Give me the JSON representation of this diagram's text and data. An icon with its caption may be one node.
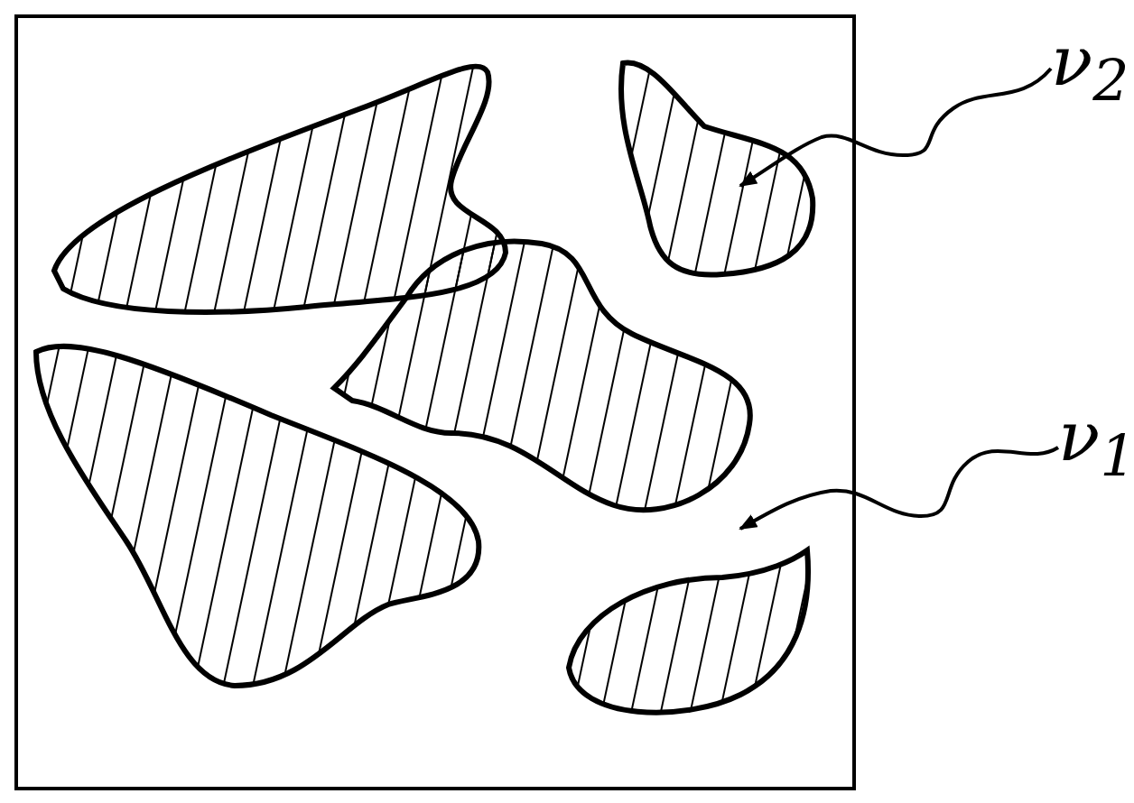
{
  "diagram": {
    "nodes": [
      {
        "text": [],
        "shape": "box"
      },
      {
        "text": [],
        "shape": "blob",
        "in": 0
      },
      {
        "text": [],
        "shape": "blob",
        "in": 0
      },
      {
        "text": [],
        "shape": "blob",
        "in": 0
      },
      {
        "text": [],
        "shape": "blob",
        "in": 0
      },
      {
        "text": [],
        "shape": "blob",
        "in": 0
      },
      {
        "text": [
          "ν$_{2}$"
        ]
      },
      {
        "text": [
          "ν$_{1}$"
        ]
      }
    ],
    "edges": [
      {
        "from": 6,
        "to": 2,
        "arrow": "to"
      },
      {
        "from": 7,
        "to": 0,
        "arrow": "to"
      }
    ]
  }
}
